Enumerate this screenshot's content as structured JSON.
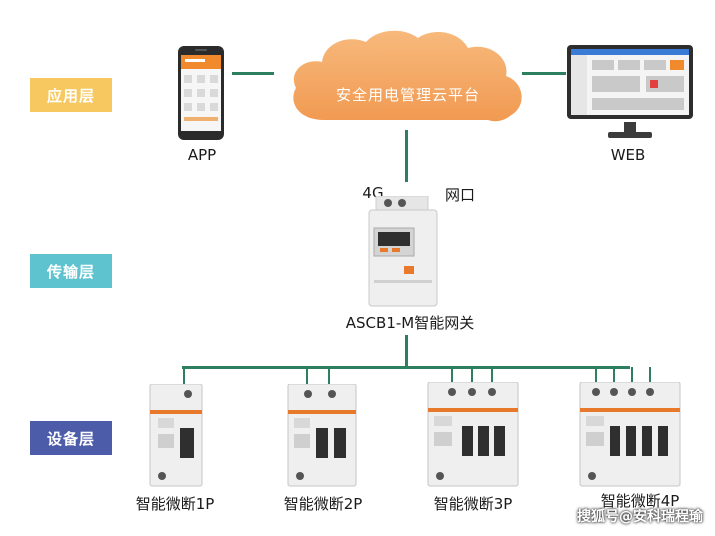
{
  "layers": {
    "application": "应用层",
    "transmission": "传输层",
    "device": "设备层"
  },
  "cloud": {
    "label": "安全用电管理云平台"
  },
  "endpoints": {
    "app": "APP",
    "web": "WEB"
  },
  "gateway": {
    "port_4g": "4G",
    "port_lan": "网口",
    "name": "ASCB1-M智能网关"
  },
  "breakers": [
    {
      "label": "智能微断1P"
    },
    {
      "label": "智能微断2P"
    },
    {
      "label": "智能微断3P"
    },
    {
      "label": "智能微断4P"
    }
  ],
  "watermark": "搜狐号@安科瑞程瑜",
  "colors": {
    "app_tag": "#f6c85f",
    "transmission_tag": "#5fc3cf",
    "device_tag": "#4c5ca8",
    "cloud": "#f4a15d",
    "connector": "#2e7f5f",
    "breaker_accent": "#e8792b"
  }
}
